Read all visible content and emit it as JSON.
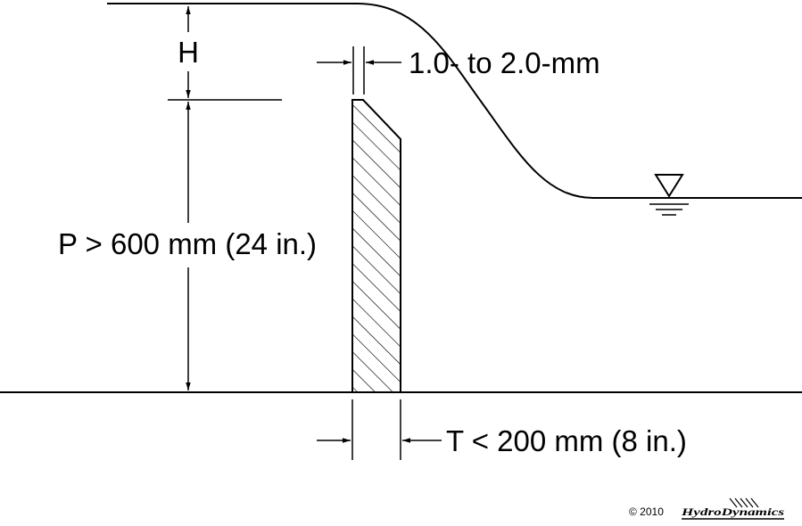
{
  "labels": {
    "head": "H",
    "crest_width": "1.0- to 2.0-mm",
    "weir_height": "P > 600 mm (24 in.)",
    "thickness": "T < 200 mm (8 in.)"
  },
  "footer": {
    "copyright": "© 2010",
    "brand": "HydroDynamics"
  }
}
